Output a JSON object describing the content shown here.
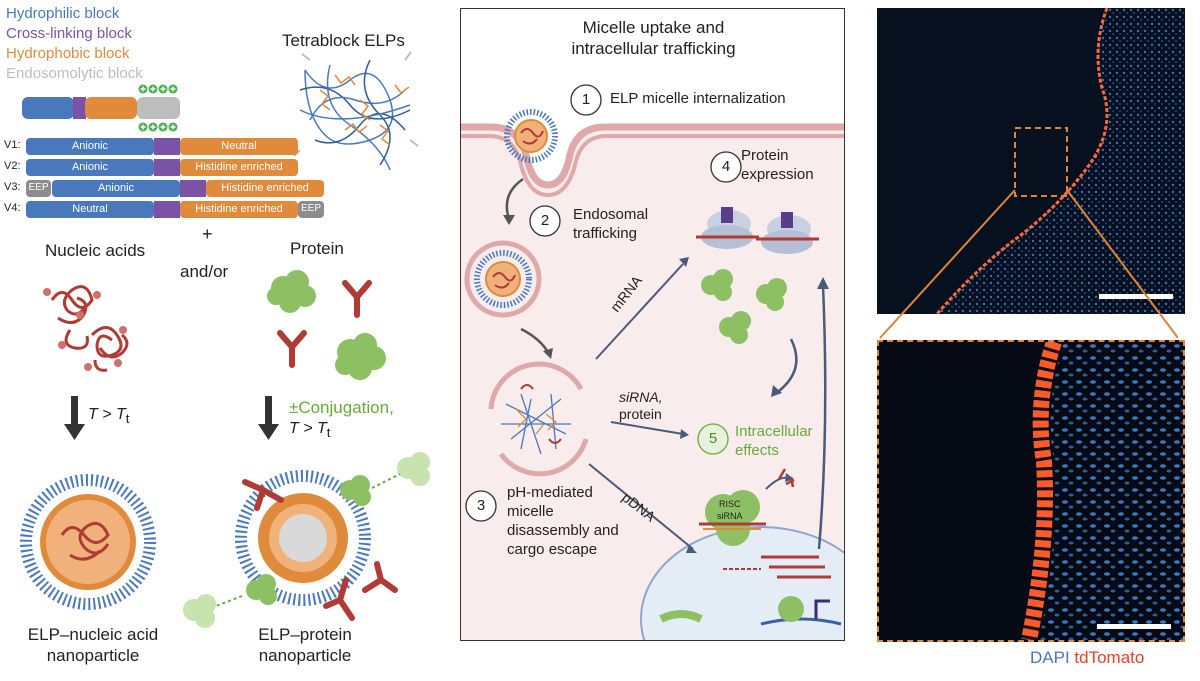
{
  "legend": {
    "hydrophilic": {
      "label": "Hydrophilic block",
      "color": "#4a78bd"
    },
    "crosslinking": {
      "label": "Cross-linking block",
      "color": "#7a52a6"
    },
    "hydrophobic": {
      "label": "Hydrophobic block",
      "color": "#e08a3c"
    },
    "endosomolytic": {
      "label": "Endosomolytic block",
      "color": "#bdbdbd"
    }
  },
  "tetrablock_title": "Tetrablock ELPs",
  "variants": [
    {
      "id": "V1:",
      "seg1": "Anionic",
      "seg3": "Neutral"
    },
    {
      "id": "V2:",
      "seg1": "Anionic",
      "seg3": "Histidine enriched"
    },
    {
      "id": "V3:",
      "eep": "EEP",
      "seg1": "Anionic",
      "seg3": "Histidine enriched"
    },
    {
      "id": "V4:",
      "seg1": "Neutral",
      "seg3": "Histidine enriched",
      "eep": "EEP"
    }
  ],
  "plus": "+",
  "andor": "and/or",
  "nucleic_acids": "Nucleic acids",
  "protein": "Protein",
  "t_gt_tt": "T > T",
  "t_sub": "t",
  "conjugation": "±Conjugation,",
  "np_nucleic": [
    "ELP–nucleic acid",
    "nanoparticle"
  ],
  "np_protein": [
    "ELP–protein",
    "nanoparticle"
  ],
  "middle": {
    "title": [
      "Micelle uptake and",
      "intracellular trafficking"
    ],
    "steps": {
      "s1": {
        "num": "1",
        "label": "ELP micelle internalization"
      },
      "s2": {
        "num": "2",
        "label": [
          "Endosomal",
          "trafficking"
        ]
      },
      "s3": {
        "num": "3",
        "label": [
          "pH-mediated",
          "micelle",
          "disassembly and",
          "cargo escape"
        ]
      },
      "s4": {
        "num": "4",
        "label": [
          "Protein",
          "expression"
        ]
      },
      "s5": {
        "num": "5",
        "label": [
          "Intracellular",
          "effects"
        ]
      }
    },
    "arrows": {
      "mrna": "mRNA",
      "sirna": [
        "siRNA,",
        "protein"
      ],
      "pdna": "pDNA"
    },
    "risc": "RISC",
    "sirna_label": "siRNA"
  },
  "micrograph": {
    "dapi": "DAPI",
    "tdtomato": "tdTomato"
  },
  "colors": {
    "nucleic": "#b03a34",
    "protein_green": "#8cc063",
    "conj_green": "#6aaa3c",
    "orange": "#e0843a",
    "membrane": "#e8b4b4"
  }
}
